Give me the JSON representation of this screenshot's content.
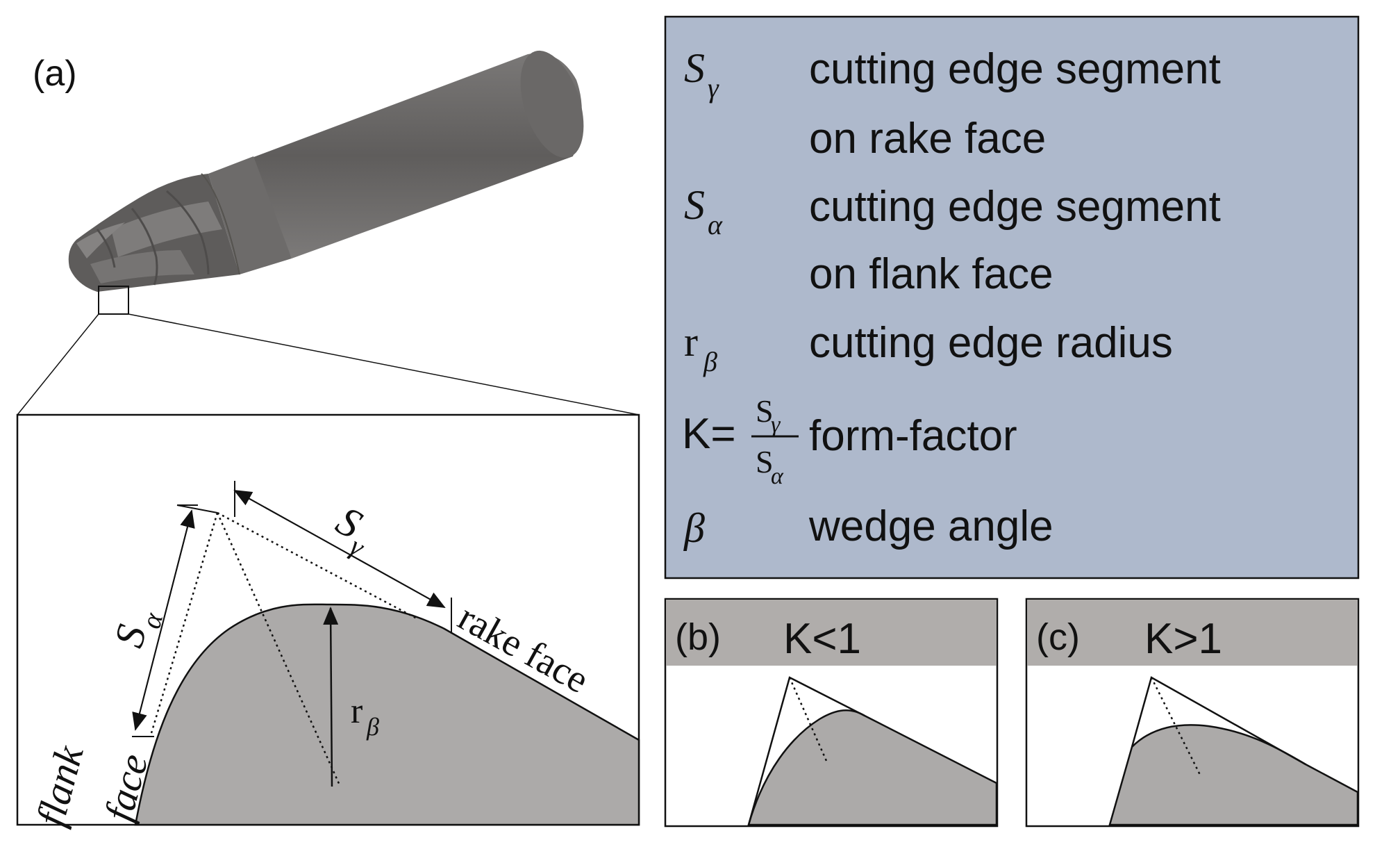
{
  "panel_a": {
    "label": "(a)",
    "s_gamma": {
      "sym": "S",
      "sub": "γ"
    },
    "s_alpha": {
      "sym": "S",
      "sub": "α"
    },
    "r_beta": {
      "sym": "r",
      "sub": "β"
    },
    "rake_face": "rake face",
    "flank": "flank",
    "face": "face"
  },
  "legend": {
    "bg_color": "#aeb9cc",
    "items": [
      {
        "sym": "S",
        "sub": "γ",
        "line1": "cutting edge segment",
        "line2": "on rake face"
      },
      {
        "sym": "S",
        "sub": "α",
        "line1": "cutting edge segment",
        "line2": "on flank face"
      },
      {
        "sym": "r",
        "sub": "β",
        "line1": "cutting edge radius"
      },
      {
        "prefix": "K=",
        "num_sym": "S",
        "num_sub": "γ",
        "den_sym": "S",
        "den_sub": "α",
        "line1": "form-factor"
      },
      {
        "sym": "β",
        "line1": "wedge angle"
      }
    ]
  },
  "panel_b": {
    "label": "(b)",
    "condition": "K<1"
  },
  "panel_c": {
    "label": "(c)",
    "condition": "K>1"
  },
  "colors": {
    "tool": "#acaaa9",
    "header": "#b0adab",
    "tool_body": "#6e6c6b"
  }
}
